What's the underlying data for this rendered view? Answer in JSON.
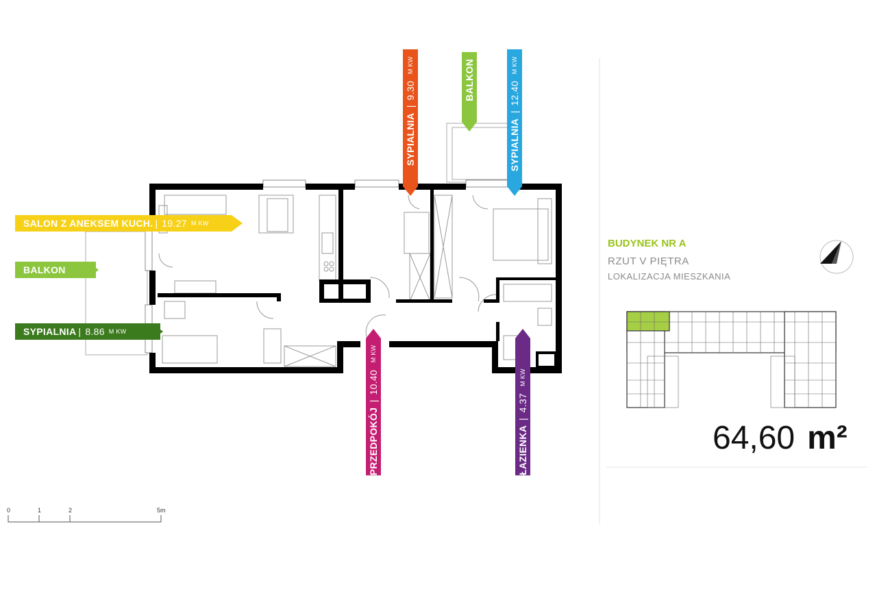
{
  "rooms": {
    "salon": {
      "name": "SALON Z ANEKSEM KUCH.",
      "sep": "|",
      "area": "19.27",
      "unit": "M KW",
      "color": "#f7d117"
    },
    "balkon_left": {
      "name": "BALKON",
      "color": "#8cc63f"
    },
    "sypialnia_left": {
      "name": "SYPIALNIA",
      "sep": "|",
      "area": "8.86",
      "unit": "M KW",
      "color": "#3c7a1e"
    },
    "sypialnia_top1": {
      "name": "SYPIALNIA",
      "sep": "|",
      "area": "9.30",
      "unit": "M KW",
      "color": "#e8541b"
    },
    "balkon_top": {
      "name": "BALKON",
      "color": "#8cc63f"
    },
    "sypialnia_top2": {
      "name": "SYPIALNIA",
      "sep": "|",
      "area": "12.40",
      "unit": "M KW",
      "color": "#29a8e0"
    },
    "przedpokoj": {
      "name": "PRZEDPOKÓJ",
      "sep": "|",
      "area": "10.40",
      "unit": "M KW",
      "color": "#c41e72"
    },
    "lazienka": {
      "name": "ŁAZIENKA",
      "sep": "|",
      "area": "4.37",
      "unit": "M KW",
      "color": "#6b2a86"
    }
  },
  "info": {
    "building": "BUDYNEK NR A",
    "floor": "RZUT V PIĘTRA",
    "location": "LOKALIZACJA MIESZKANIA"
  },
  "area": {
    "value": "64,60",
    "unit": "m²"
  },
  "scale": {
    "labels": [
      "0",
      "1",
      "2",
      "5m"
    ]
  },
  "icons": {
    "compass": "north-arrow-icon"
  },
  "colors": {
    "wall": "#000000",
    "highlight": "#a6cf45"
  }
}
